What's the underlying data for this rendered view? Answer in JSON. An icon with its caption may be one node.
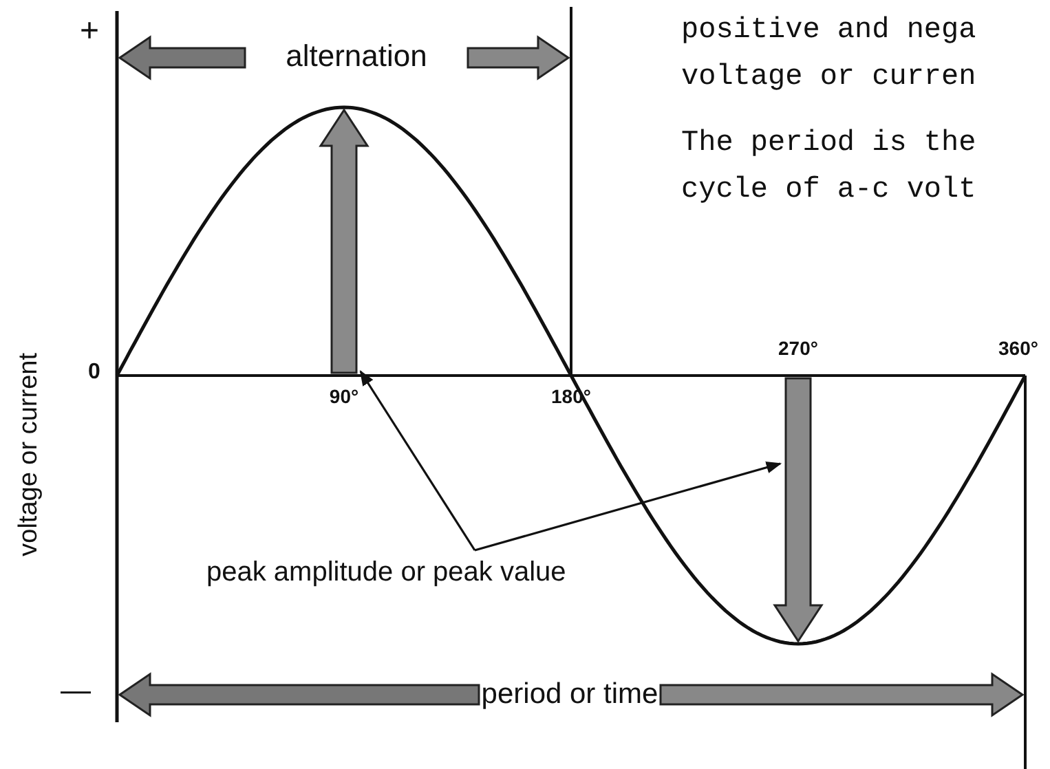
{
  "diagram": {
    "nodes": [
      {
        "text": [
          "peak amplitude or peak value"
        ]
      },
      {
        "text": [],
        "shape": "arrow"
      },
      {
        "text": [],
        "shape": "arrow"
      }
    ],
    "edges": [
      {
        "from": 0,
        "to": 1,
        "arrow": "to"
      },
      {
        "from": 0,
        "to": 2,
        "arrow": "to"
      }
    ],
    "labels": [
      "+",
      "alternation",
      "positive and nega voltage or curren",
      "The period is the cycle of a-c volt",
      "0",
      "90°",
      "180°",
      "270°",
      "360°",
      "voltage or current",
      "—",
      "period or time"
    ]
  }
}
